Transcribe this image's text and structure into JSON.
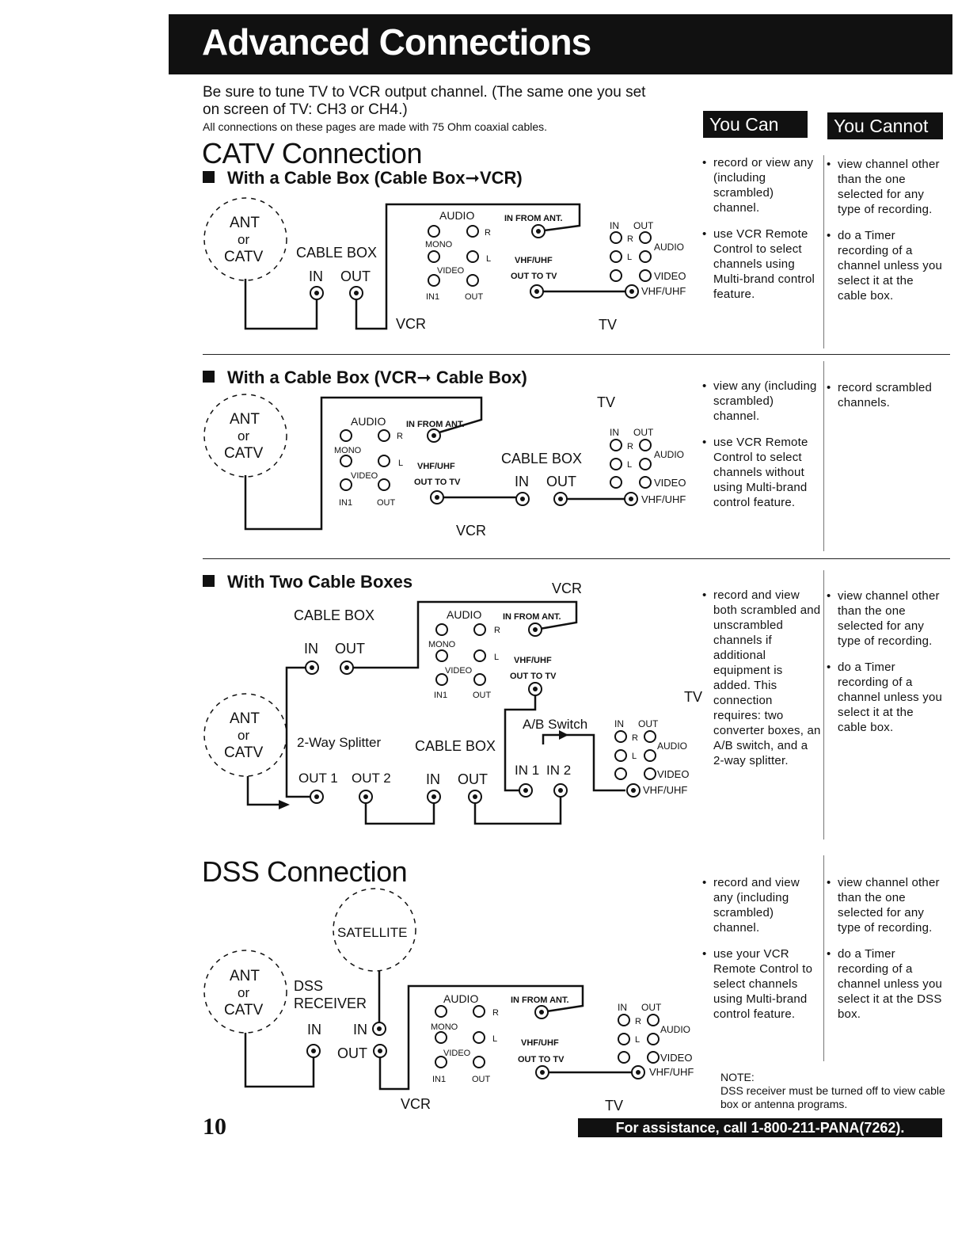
{
  "header": {
    "title": "Advanced Connections"
  },
  "intro": {
    "line1": "Be sure to tune TV to VCR output channel. (The same one you set on screen of TV: CH3 or CH4.)",
    "line2": "All connections on these pages are made with 75 Ohm coaxial cables."
  },
  "tabs": {
    "you_can": "You Can",
    "you_cannot": "You Cannot"
  },
  "catv": {
    "title": "CATV Connection",
    "s1": {
      "heading": "With a Cable Box (Cable Box➞VCR)",
      "can": [
        "record or view any (including scrambled) channel.",
        "use VCR Remote Control to select channels using Multi-brand control feature."
      ],
      "cannot": [
        "view channel other than the one selected for any type of recording.",
        "do a Timer recording of a channel unless you select it at the cable box."
      ]
    },
    "s2": {
      "heading": "With a Cable Box (VCR➞ Cable Box)",
      "can": [
        "view any (including scrambled) channel.",
        "use VCR Remote Control to select channels without using Multi-brand control feature."
      ],
      "cannot": [
        "record scrambled channels."
      ]
    },
    "s3": {
      "heading": "With Two Cable Boxes",
      "can": [
        "record and view both scrambled and unscrambled channels if additional equipment is added. This connection requires: two converter boxes, an A/B switch, and a 2-way splitter."
      ],
      "cannot": [
        "view channel other than the one selected for any type of recording.",
        "do a Timer recording of a channel unless you select it at the cable box."
      ]
    }
  },
  "dss": {
    "title": "DSS Connection",
    "can": [
      "record and view any (including scrambled) channel.",
      "use your VCR Remote Control to select channels using Multi-brand control feature."
    ],
    "cannot": [
      "view channel other than the one selected for any type of recording.",
      "do a Timer recording of a channel unless you select it at the DSS box."
    ],
    "note_title": "NOTE:",
    "note_text": "DSS receiver must be turned off to view cable box or antenna programs."
  },
  "labels": {
    "ant": "ANT",
    "or": "or",
    "catv": "CATV",
    "cable_box": "CABLE BOX",
    "in": "IN",
    "out": "OUT",
    "vcr": "VCR",
    "tv": "TV",
    "audio": "AUDIO",
    "in_from_ant": "IN FROM ANT.",
    "r": "R",
    "l": "L",
    "mono": "MONO",
    "video": "VIDEO",
    "in1": "IN1",
    "vhf_uhf_caps": "VHF/UHF",
    "out_to_tv": "OUT TO TV",
    "vhfuhf_tv": "VHF/UHF",
    "splitter": "2-Way Splitter",
    "ab_switch": "A/B Switch",
    "out1": "OUT 1",
    "out2": "OUT 2",
    "in1_ab": "IN 1",
    "in2_ab": "IN 2",
    "satellite": "SATELLITE",
    "dss": "DSS",
    "receiver": "RECEIVER"
  },
  "footer": {
    "page": "10",
    "assist": "For assistance, call 1-800-211-PANA(7262)."
  }
}
